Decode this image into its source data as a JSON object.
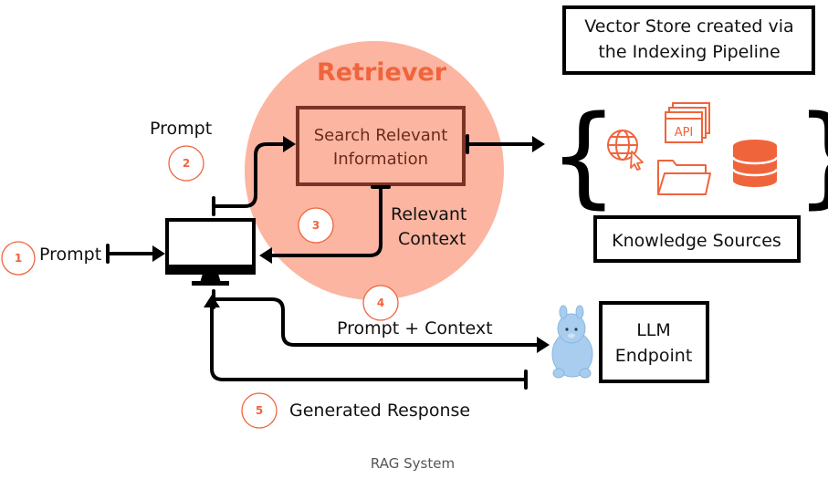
{
  "retriever": {
    "title": "Retriever",
    "search_line1": "Search Relevant",
    "search_line2": "Information"
  },
  "vector_store": {
    "line1": "Vector Store created via",
    "line2": "the Indexing Pipeline"
  },
  "knowledge_sources": {
    "label": "Knowledge Sources",
    "icons": [
      "globe-icon",
      "api-icon",
      "folder-icon",
      "database-icon"
    ]
  },
  "llm": {
    "line1": "LLM",
    "line2": "Endpoint",
    "mascot": "llama-icon"
  },
  "steps": [
    {
      "number": "1",
      "label": "Prompt"
    },
    {
      "number": "2",
      "label": "Prompt"
    },
    {
      "number": "3",
      "label_line1": "Relevant",
      "label_line2": "Context"
    },
    {
      "number": "4",
      "label": "Prompt + Context"
    },
    {
      "number": "5",
      "label": "Generated Response"
    }
  ],
  "caption": "RAG System",
  "colors": {
    "accent": "#f0643c",
    "retriever_circle": "#fbb5a1",
    "search_box_border": "#7a3325",
    "search_text": "#6b2a1c"
  }
}
